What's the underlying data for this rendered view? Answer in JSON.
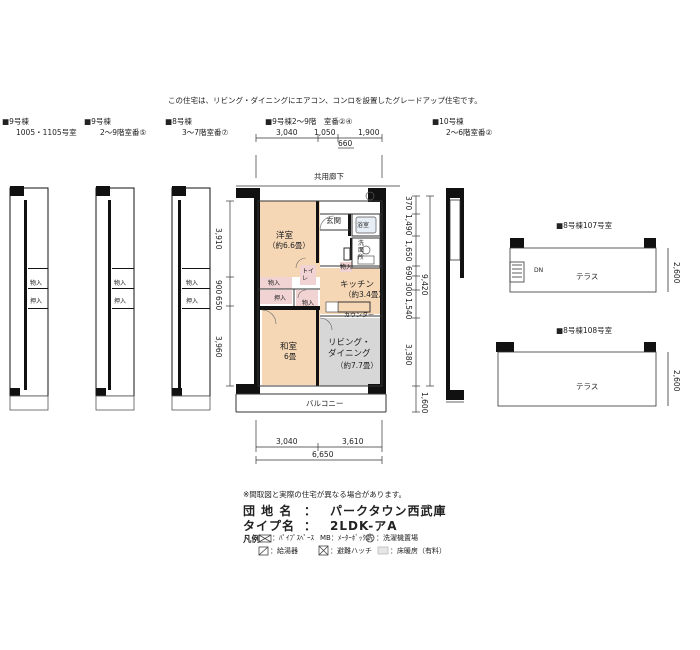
{
  "header": {
    "note": "この住宅は、リビング・ダイニングにエアコン、コンロを設置したグレードアップ住宅です。"
  },
  "variants": [
    {
      "name": "■9号棟",
      "rooms": "1005・1105号室"
    },
    {
      "name": "■9号棟",
      "rooms": "2～9階室番⑤"
    },
    {
      "name": "■8号棟",
      "rooms": "3～7階室番⑦"
    },
    {
      "name": "■9号棟2～9階　室番②④",
      "rooms": ""
    },
    {
      "name": "■10号棟",
      "rooms": "2～6階室番②"
    }
  ],
  "top_dims": [
    "3,040",
    "1,050",
    "1,900",
    "660"
  ],
  "corridor": "共用廊下",
  "rooms": {
    "western": {
      "name": "洋室",
      "size": "（約6.6畳）"
    },
    "entrance": "玄関",
    "bath": "浴室",
    "washroom": "洗\n面\n所",
    "toilet": "トイ\nレ",
    "closet_small": "物入",
    "kitchen": {
      "name": "キッチン",
      "size": "（約3.4畳）"
    },
    "storage1": "物入",
    "storage2": "物入",
    "oshiire": "押入",
    "japanese": {
      "name": "和室",
      "size": "6畳"
    },
    "living": {
      "name": "リビング・\nダイニング",
      "size": "（約7.7畳）"
    },
    "balcony": "バルコニー",
    "counter": "カウンター",
    "kura": "物入",
    "oshi": "押入"
  },
  "left_dims": [
    "3,910",
    "900",
    "650",
    "3,960"
  ],
  "right_dims_a": [
    "370",
    "1,490",
    "1,650",
    "690",
    "300",
    "1,540",
    "3,380",
    "1,600"
  ],
  "right_total": "9,420",
  "bottom_dims": [
    "3,040",
    "3,610",
    "6,650"
  ],
  "right_units": [
    {
      "title": "■8号棟107号室",
      "terrace": "テラス",
      "dim": "2,600"
    },
    {
      "title": "■8号棟108号室",
      "terrace": "テラス",
      "dim": "2,600"
    }
  ],
  "dn": "DN",
  "disclaimer": "※間取図と実際の住宅が異なる場合があります。",
  "info": {
    "complex_label": "団 地 名",
    "complex_value": "パークタウン西武庫",
    "type_label": "タイプ名",
    "type_value": "2LDK-アA",
    "colon": "："
  },
  "legend": {
    "title": "凡例",
    "items": [
      "：ﾊﾟｲﾌﾟｽﾍﾟｰｽ",
      "MB：ﾒｰﾀｰﾎﾞｯｸｽ",
      "：洗濯機置場",
      "：給湯器",
      "：避難ハッチ",
      "：床暖房（有料）"
    ],
    "washer_mark": "洗"
  },
  "colors": {
    "orange": "#f6d7b5",
    "living": "#d7d7d7",
    "wall": "#111111",
    "pink": "#f2d3d3"
  }
}
